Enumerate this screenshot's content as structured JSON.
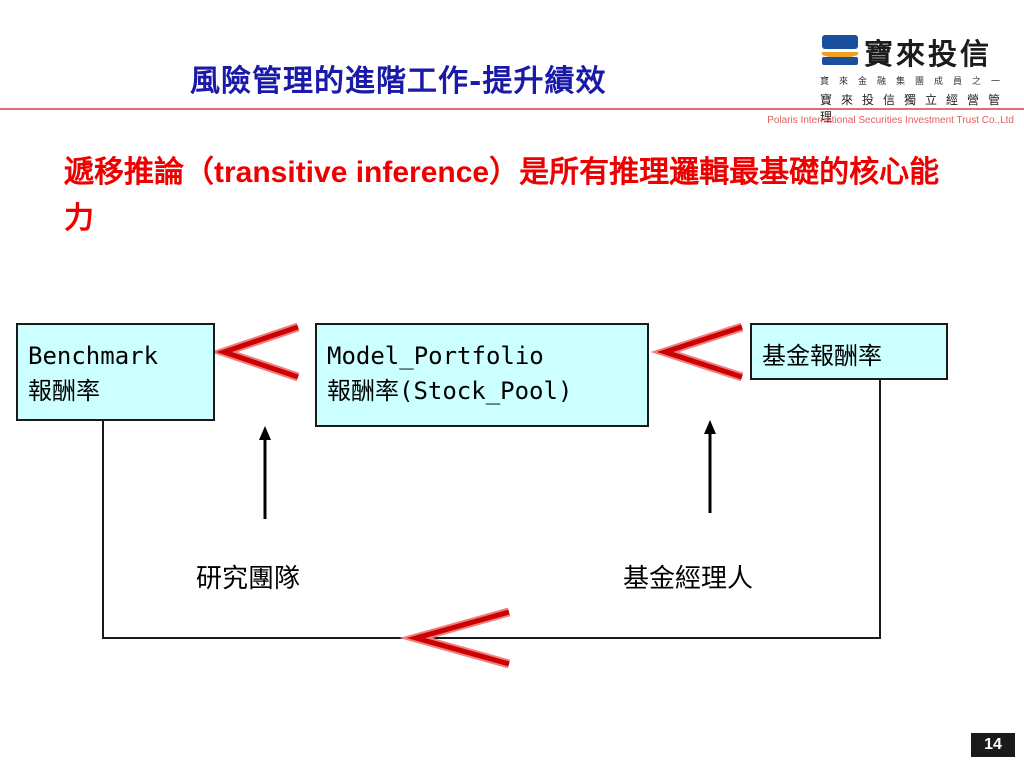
{
  "title": "風險管理的進階工作-提升績效",
  "logo": {
    "brand": "寶來投信",
    "tagline": "寶來金融集團成員之一",
    "motto": "寶來投信獨立經營管理"
  },
  "company": "Polaris International Securities Investment Trust Co.,Ltd",
  "subtitle": {
    "prefix": "遞移推論（",
    "english": "transitive inference",
    "suffix": "）是所有推理邏輯最基礎的核心能力"
  },
  "diagram": {
    "benchmark": {
      "line1": "Benchmark",
      "line2": "報酬率"
    },
    "model_portfolio": {
      "line1": "Model_Portfolio",
      "line2": "報酬率(Stock_Pool)"
    },
    "fund_return": {
      "line1": "基金報酬率"
    },
    "research_team": "研究團隊",
    "fund_manager": "基金經理人"
  },
  "colors": {
    "title": "#1a1aa8",
    "subtitle": "#ee0000",
    "box_fill": "#ccffff",
    "arrow": "#cc0000",
    "rule": "#e07070"
  },
  "page_number": "14"
}
